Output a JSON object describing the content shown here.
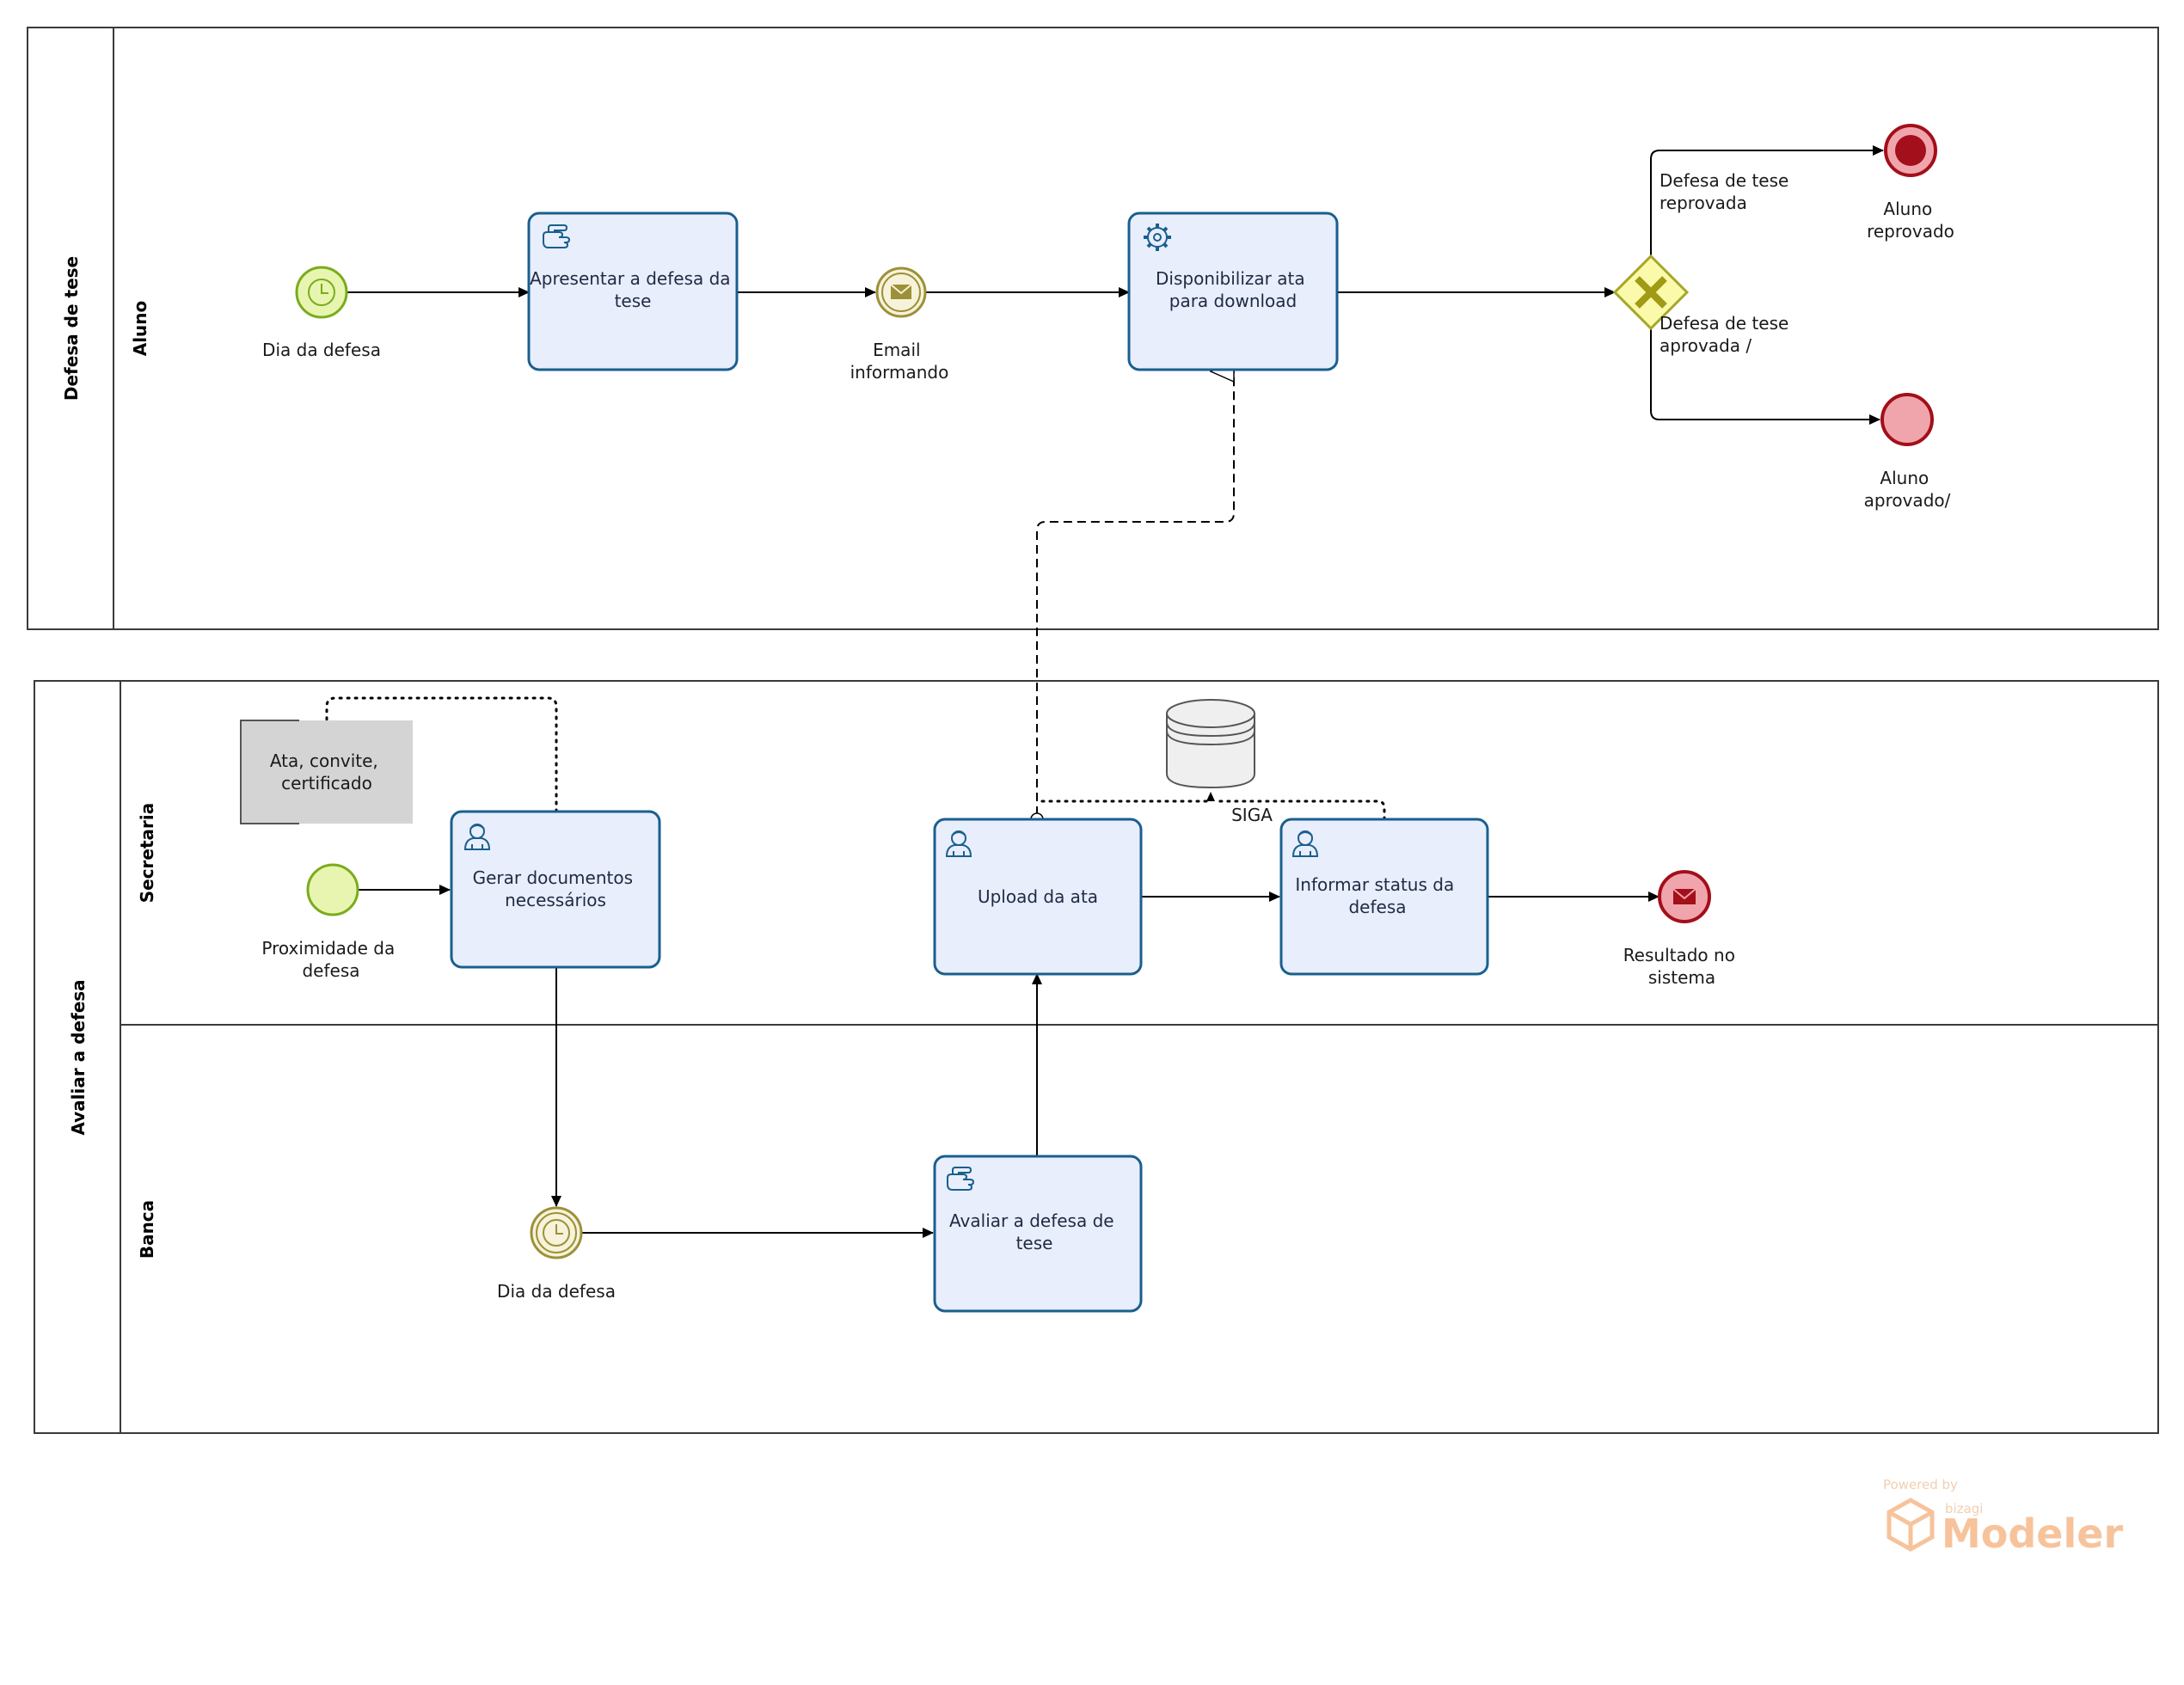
{
  "pools": [
    {
      "id": "pool-defesa",
      "title": "Defesa de tese",
      "lanes": [
        {
          "id": "lane-aluno",
          "title": "Aluno"
        }
      ]
    },
    {
      "id": "pool-avaliar",
      "title": "Avaliar a defesa",
      "lanes": [
        {
          "id": "lane-secretaria",
          "title": "Secretaria"
        },
        {
          "id": "lane-banca",
          "title": "Banca"
        }
      ]
    }
  ],
  "tasks": {
    "apresentar": {
      "lines": [
        "Apresentar a defesa da",
        "tese"
      ],
      "type": "manual"
    },
    "disponibilizar": {
      "lines": [
        "Disponibilizar ata",
        "para download"
      ],
      "type": "service"
    },
    "gerar": {
      "lines": [
        "Gerar documentos",
        "necessários"
      ],
      "type": "user"
    },
    "upload": {
      "lines": [
        "Upload da ata"
      ],
      "type": "user"
    },
    "informar": {
      "lines": [
        "Informar status da",
        "defesa"
      ],
      "type": "user"
    },
    "avaliar": {
      "lines": [
        "Avaliar a defesa de",
        "tese"
      ],
      "type": "manual"
    }
  },
  "events": {
    "dia_defesa_aluno": {
      "lines": [
        "Dia da defesa"
      ],
      "type": "start-timer"
    },
    "email": {
      "lines": [
        "Email",
        "informando"
      ],
      "type": "intermediate-message"
    },
    "aluno_reprovado": {
      "lines": [
        "Aluno",
        "reprovado"
      ],
      "type": "end"
    },
    "aluno_aprovado": {
      "lines": [
        "Aluno",
        "aprovado/"
      ],
      "type": "end"
    },
    "proximidade": {
      "lines": [
        "Proximidade da",
        "defesa"
      ],
      "type": "start"
    },
    "resultado": {
      "lines": [
        "Resultado no",
        "sistema"
      ],
      "type": "end-message"
    },
    "dia_defesa_banca": {
      "lines": [
        "Dia da defesa"
      ],
      "type": "intermediate-timer"
    }
  },
  "gateway": {
    "type": "exclusive"
  },
  "flows": {
    "reprovada": [
      "Defesa de tese",
      "reprovada"
    ],
    "aprovada": [
      "Defesa de tese",
      "aprovada /"
    ]
  },
  "artifacts": {
    "documento": {
      "lines": [
        "Ata, convite,",
        "certificado"
      ]
    },
    "datastore": {
      "label": "SIGA"
    }
  },
  "watermark": {
    "powered": "Powered by",
    "brand": "bizagi",
    "product": "Modeler"
  },
  "colors": {
    "task_fill": "#e8eefb",
    "task_stroke": "#1a5f8f",
    "start_fill": "#e8f5b0",
    "start_stroke": "#7aac1c",
    "intermediate_stroke": "#9c9138",
    "end_fill": "#f0a5ad",
    "end_stroke": "#a30f1a",
    "end_dark": "#a30f1a",
    "gateway_fill": "#fafaaa",
    "gateway_stroke": "#a6a62a",
    "gateway_mark": "#a09a14",
    "doc_fill": "#d4d4d4",
    "store_fill": "#efefef"
  }
}
